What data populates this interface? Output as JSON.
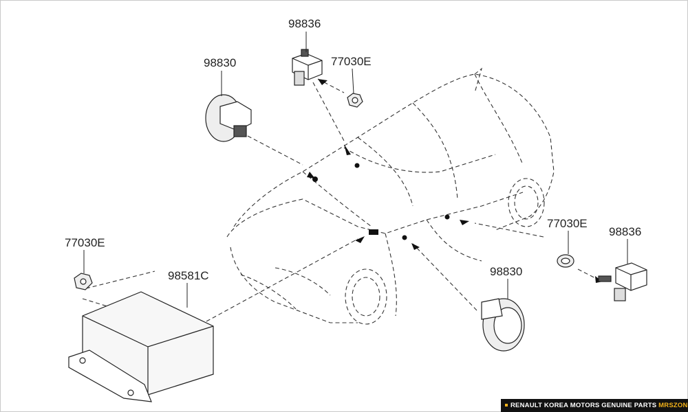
{
  "parts": {
    "sensor_top": "98836",
    "nut_top": "77030E",
    "side_sensor_left": "98830",
    "nut_left": "77030E",
    "control_unit": "98581C",
    "nut_right": "77030E",
    "sensor_right": "98836",
    "side_sensor_bottom": "98830"
  },
  "footer": {
    "text": "RENAULT KOREA MOTORS GENUINE PARTS",
    "brand": "MRSZONE"
  },
  "colors": {
    "footer_bg": "#111111",
    "brand": "#f3b21a"
  }
}
